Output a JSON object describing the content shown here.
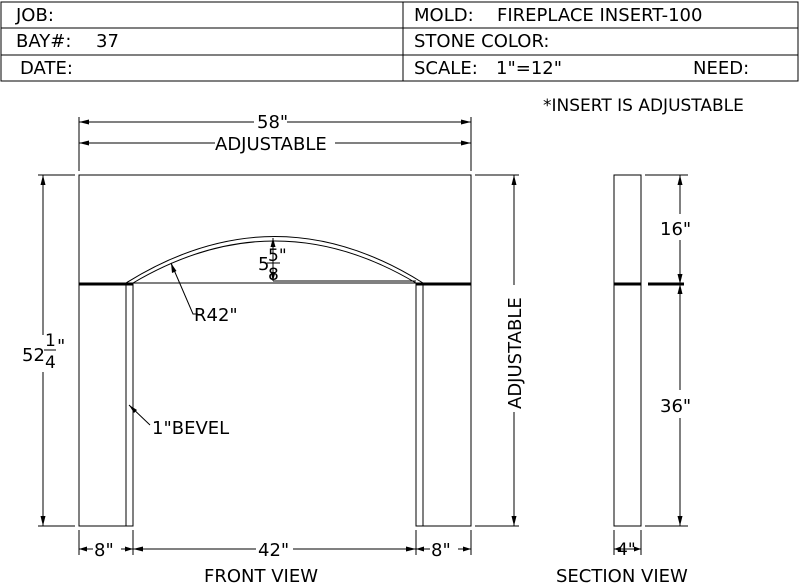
{
  "title_block": {
    "job_label": "JOB:",
    "bay_label": "BAY#:",
    "bay_value": "37",
    "date_label": "DATE:",
    "mold_label": "MOLD:",
    "mold_value": "FIREPLACE INSERT-100",
    "stone_color_label": "STONE COLOR:",
    "scale_label": "SCALE:",
    "scale_value": "1\"=12\"",
    "need_label": "NEED:"
  },
  "notes": {
    "insert_note": "*INSERT IS ADJUSTABLE"
  },
  "front_view": {
    "caption": "FRONT VIEW",
    "overall_width": "58\"",
    "width_note": "ADJUSTABLE",
    "height_whole": "52",
    "height_num": "1",
    "height_den": "4",
    "height_suffix": "\"",
    "right_height_note": "ADJUSTABLE",
    "rise_whole": "5",
    "rise_num": "5\"",
    "rise_den": "8",
    "radius": "R42\"",
    "bevel": "1\"BEVEL",
    "left_leg": "8\"",
    "opening": "42\"",
    "right_leg": "8\""
  },
  "section_view": {
    "caption": "SECTION VIEW",
    "top_height": "16\"",
    "bottom_height": "36\"",
    "depth": "4\""
  }
}
